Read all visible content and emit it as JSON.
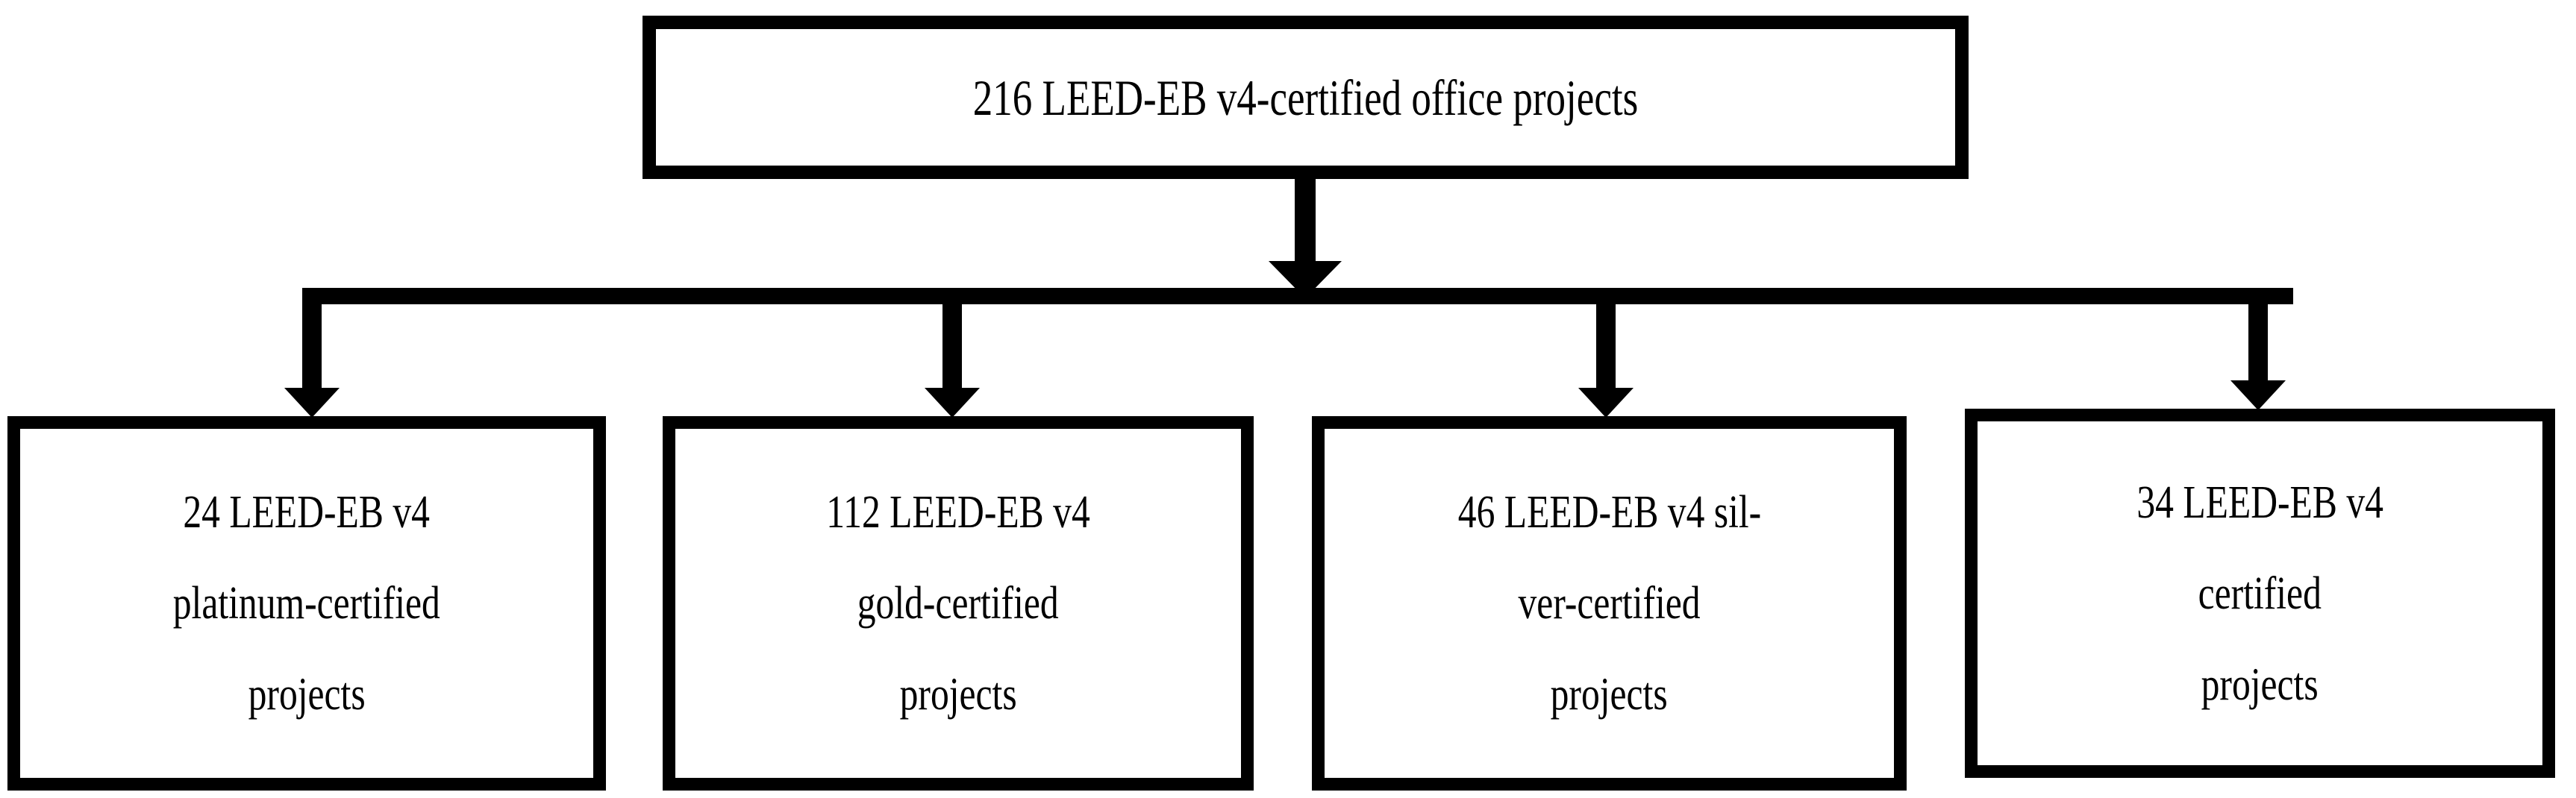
{
  "diagram": {
    "type": "flowchart",
    "orientation": "top-down",
    "title_present": false,
    "colors": {
      "background": "#ffffff",
      "border": "#000000",
      "text": "#000000",
      "connector": "#000000"
    },
    "root": {
      "id": "node-root",
      "lines": [
        "216 LEED-EB v4-certified office projects"
      ],
      "full_text": "216 LEED-EB v4-certified office projects",
      "count": 216
    },
    "children": [
      {
        "id": "node-1",
        "lines": [
          "24 LEED-EB v4",
          "platinum-certified",
          "projects"
        ],
        "full_text": "24 LEED-EB v4 platinum-certified projects",
        "count": 24,
        "level": "platinum"
      },
      {
        "id": "node-2",
        "lines": [
          "112 LEED-EB v4",
          "gold-certified",
          "projects"
        ],
        "full_text": "112 LEED-EB v4 gold-certified projects",
        "count": 112,
        "level": "gold"
      },
      {
        "id": "node-3",
        "lines": [
          "46 LEED-EB v4 sil-",
          "ver-certified",
          "projects"
        ],
        "full_text": "46 LEED-EB v4 silver-certified projects",
        "count": 46,
        "level": "silver"
      },
      {
        "id": "node-4",
        "lines": [
          "34 LEED-EB v4",
          "certified",
          "projects"
        ],
        "full_text": "34 LEED-EB v4 certified projects",
        "count": 34,
        "level": "certified"
      }
    ],
    "edges": [
      {
        "from": "node-root",
        "to": "bus",
        "arrow": "down"
      },
      {
        "from": "bus",
        "to": "node-1",
        "arrow": "down"
      },
      {
        "from": "bus",
        "to": "node-2",
        "arrow": "down"
      },
      {
        "from": "bus",
        "to": "node-3",
        "arrow": "down"
      },
      {
        "from": "bus",
        "to": "node-4",
        "arrow": "down"
      }
    ]
  }
}
